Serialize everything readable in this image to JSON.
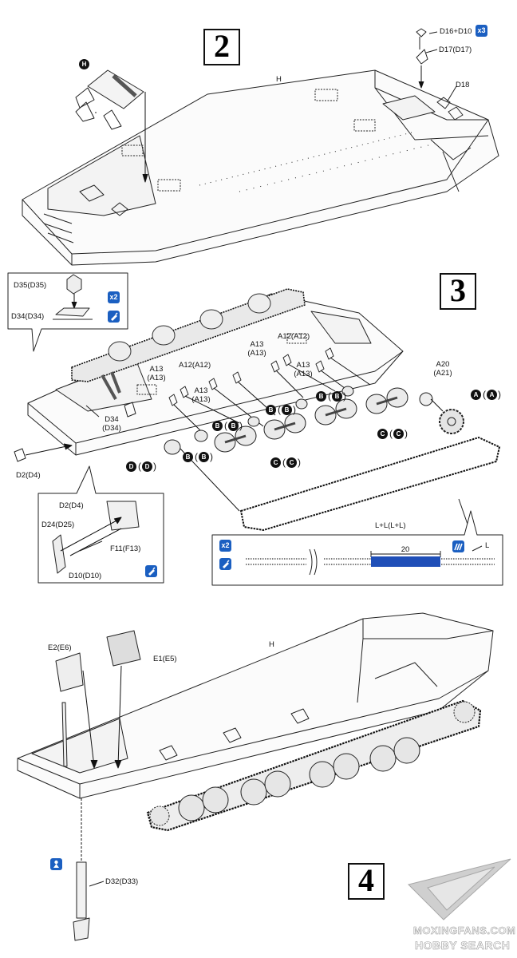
{
  "steps": {
    "s2": "2",
    "s3": "3",
    "s4": "4"
  },
  "step2": {
    "h_circle": "H",
    "hull_label": "H",
    "d16": "D16+D10",
    "d17": "D17(D17)",
    "d18": "D18",
    "qty": "x3"
  },
  "step3": {
    "inset1": {
      "d35": "D35(D35)",
      "d34": "D34(D34)",
      "qty": "x2"
    },
    "parts": {
      "d34": "D34",
      "d34b": "(D34)",
      "d2": "D2(D4)",
      "a13_1": "A13",
      "a13_1b": "(A13)",
      "a12_1": "A12(A12)",
      "a13_2": "A13",
      "a13_2b": "(A13)",
      "a13_3": "A13",
      "a13_3b": "(A13)",
      "a12_2": "A12(A12)",
      "a13_4": "A13",
      "a13_4b": "(A13)",
      "a20": "A20",
      "a21": "(A21)",
      "track": "L+L(L+L)"
    },
    "circles": {
      "a": "A",
      "b": "B",
      "c": "C",
      "d": "D"
    },
    "inset2": {
      "d2": "D2(D4)",
      "d24": "D24(D25)",
      "f11": "F11(F13)",
      "d10": "D10(D10)"
    },
    "tracklink": {
      "qty": "x2",
      "count": "20",
      "l": "L"
    }
  },
  "step4": {
    "e2": "E2(E6)",
    "e1": "E1(E5)",
    "hull_label": "H",
    "d32": "D32(D33)"
  },
  "watermark": {
    "line1": "MOXINGFANS.COM",
    "line2": "HOBBY SEARCH"
  },
  "colors": {
    "accent": "#1b5fc1",
    "ink": "#111111",
    "link_highlight": "#1f4fb8"
  },
  "icons": [
    "glue-icon",
    "paint-icon",
    "quantity-badge",
    "paper-plane-logo"
  ]
}
